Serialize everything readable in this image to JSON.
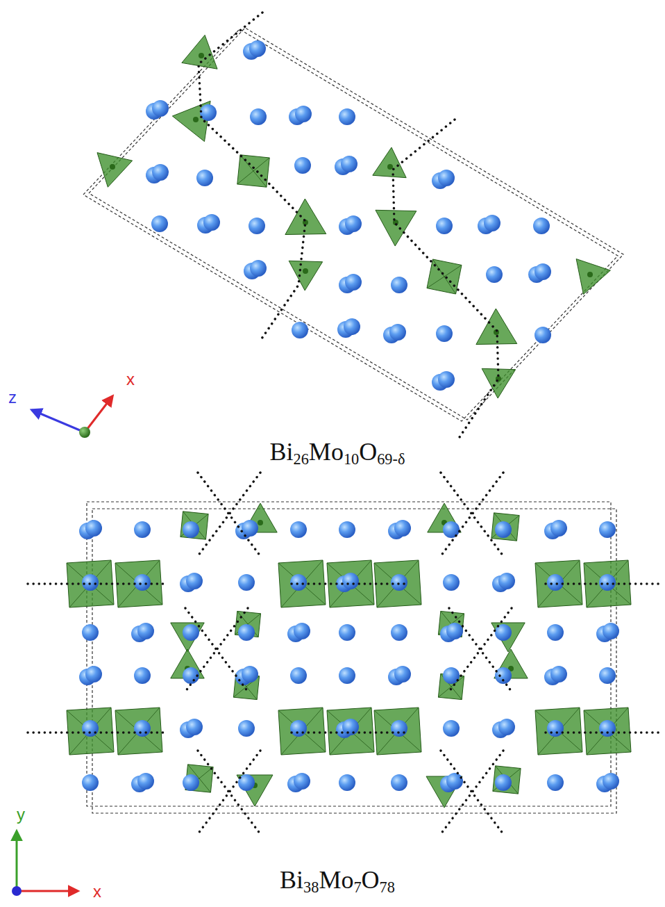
{
  "diagram": {
    "labels": [
      "z",
      "x",
      "Bi26Mo10O69-δ",
      "y",
      "x",
      "Bi38Mo7O78"
    ]
  }
}
